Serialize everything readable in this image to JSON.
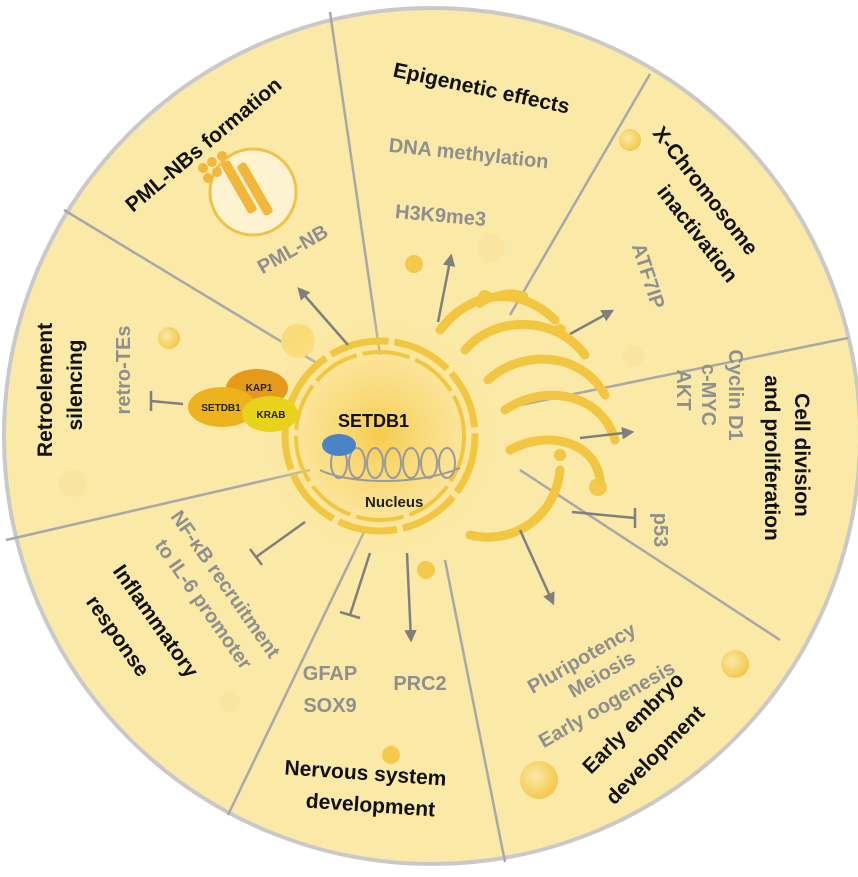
{
  "center": {
    "protein": "SETDB1",
    "nucleus": "Nucleus",
    "complex": [
      "KAP1",
      "SETDB1",
      "KRAB"
    ]
  },
  "sectors": {
    "pml": {
      "title": "PML-NBs formation",
      "labels": [
        "PML-NB"
      ]
    },
    "epigenetic": {
      "title": "Epigenetic effects",
      "labels": [
        "DNA methylation",
        "H3K9me3"
      ]
    },
    "xchrom": {
      "title": [
        "X-Chromosome",
        "inactivation"
      ],
      "labels": [
        "ATF7IP"
      ]
    },
    "cell": {
      "title": [
        "Cell division",
        "and proliferation"
      ],
      "labels": [
        "Cyclin D1",
        "c-MYC",
        "AKT",
        "p53"
      ]
    },
    "embryo": {
      "title": [
        "Early embryo",
        "development"
      ],
      "labels": [
        "Pluripotency",
        "Meiosis",
        "Early oogenesis"
      ]
    },
    "nervous": {
      "title": [
        "Nervous system",
        "development"
      ],
      "labels": [
        "GFAP",
        "SOX9",
        "PRC2"
      ]
    },
    "inflam": {
      "title": [
        "Inflammatory",
        "response"
      ],
      "labels": [
        "NF-κB recruitment",
        "to IL-6 promoter"
      ]
    },
    "retro": {
      "title": [
        "Retroelement",
        "silencing"
      ],
      "labels": [
        "retro-TEs"
      ]
    }
  },
  "colors": {
    "circle_fill": "#fbe9a7",
    "circle_edge": "#c9c9c9",
    "divider": "#a8a8a8",
    "accent": "#f3c642",
    "kap1": "#e69a1c",
    "setdb1_blob": "#eeb21d",
    "krab": "#e7d21c",
    "blue": "#4a83c8"
  }
}
